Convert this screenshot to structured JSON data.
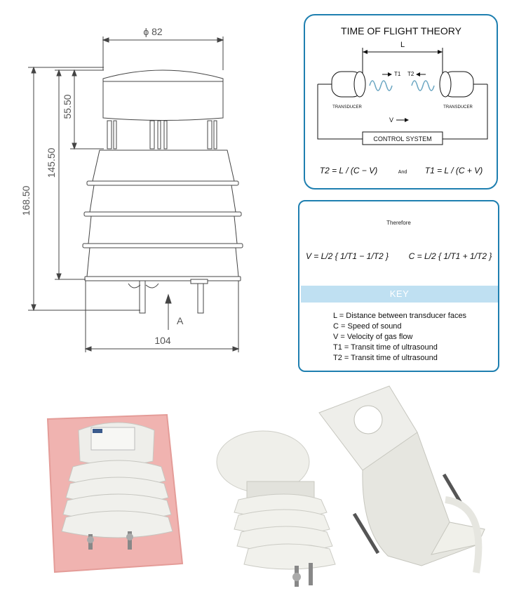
{
  "dimensions": {
    "diameter": "ϕ 82",
    "height_top": "55.50",
    "height_mid": "145.50",
    "height_total": "168.50",
    "base_width": "104",
    "view_marker": "A"
  },
  "tof_panel": {
    "title": "TIME OF FLIGHT THEORY",
    "distance_label": "L",
    "left_transducer": "TRANSDUCER",
    "right_transducer": "TRANSDUCER",
    "t1_label": "T1",
    "t2_label": "T2",
    "velocity_label": "V",
    "control_system": "CONTROL SYSTEM",
    "and_label": "And",
    "eq_t2": "T2 = L / (C − V)",
    "eq_t1": "T1 = L / (C + V)"
  },
  "equations_panel": {
    "therefore": "Therefore",
    "eq_v": "V = L/2 { 1/T1 − 1/T2 }",
    "eq_c": "C = L/2 { 1/T1 + 1/T2 }",
    "key_title": "KEY",
    "key_items": [
      "L = Distance between transducer faces",
      "C = Speed of sound",
      "V = Velocity of gas flow",
      "T1 = Transit time of ultrasound",
      "T2 = Transit time of ultrasound"
    ]
  },
  "photos": {
    "sensor_on_foam": "sensor-photo",
    "sensor_angle": "sensor-photo",
    "mounting_bracket": "bracket-photo"
  },
  "colors": {
    "panel_border": "#1e7fb0",
    "key_bar": "#bfe0f2",
    "foam": "#f0b3b0",
    "sensor_white": "#eeeeea",
    "signal_wave": "#6aa6c2"
  }
}
